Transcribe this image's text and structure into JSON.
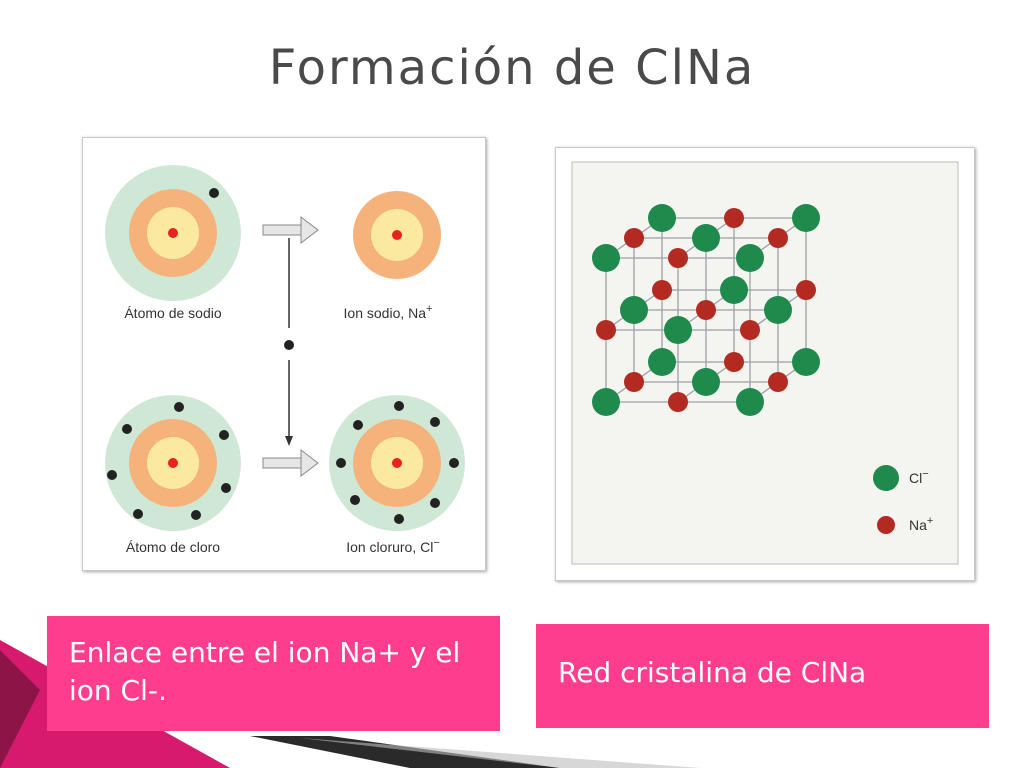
{
  "slide": {
    "title": "Formación de ClNa"
  },
  "left_figure": {
    "sodium_atom_label": "Átomo de sodio",
    "sodium_ion_label": "Ion sodio, Na",
    "sodium_ion_charge": "+",
    "chlorine_atom_label": "Átomo de cloro",
    "chloride_ion_label": "Ion cloruro, Cl",
    "chloride_ion_charge": "−"
  },
  "right_figure": {
    "legend": [
      {
        "label": "Cl",
        "charge": "−",
        "color": "#1f8a4c"
      },
      {
        "label": "Na",
        "charge": "+",
        "color": "#b32a22"
      }
    ]
  },
  "captions": {
    "left": "Enlace entre el ion Na+ y el ion Cl-.",
    "right": "Red cristalina de ClNa"
  },
  "colors": {
    "accent": "#ff3d8e",
    "shell_outer": "#cfe8d6",
    "shell_middle": "#f5b27a",
    "shell_inner": "#fbe9a0",
    "nucleus": "#e8231f"
  }
}
